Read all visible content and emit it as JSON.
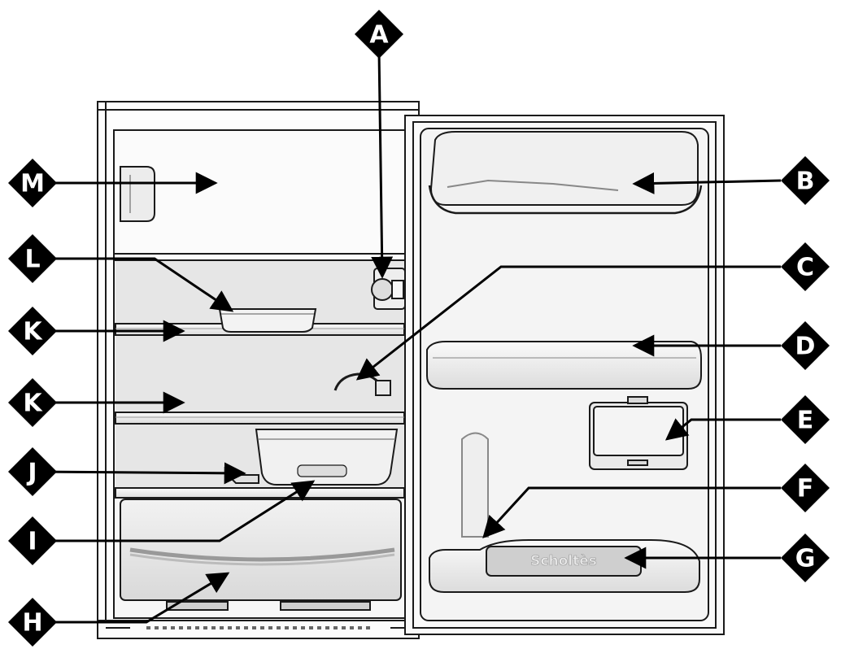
{
  "callouts": {
    "A": "A",
    "B": "B",
    "C": "C",
    "D": "D",
    "E": "E",
    "F": "F",
    "G": "G",
    "H": "H",
    "I": "I",
    "J": "J",
    "K1": "K",
    "K2": "K",
    "L": "L",
    "M": "M"
  },
  "brand": "Scholtès",
  "colors": {
    "line": "#1a1a1a",
    "fill": "#f4f4f4",
    "shade": "#dedede",
    "marker": "#000000"
  }
}
